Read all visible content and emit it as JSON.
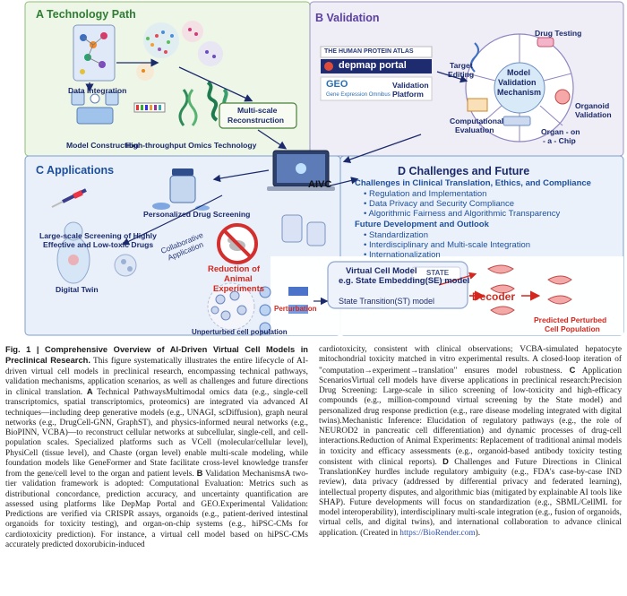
{
  "panel_a": {
    "title": "A  Technology Path",
    "data_integration": "Data Integration",
    "model_construction": "Model Construction",
    "omics": "High-throughput Omics Technology",
    "multiscale_1": "Multi-scale",
    "multiscale_2": "Reconstruction"
  },
  "panel_b": {
    "title": "B  Validation",
    "hpa_logo": "THE HUMAN PROTEIN ATLAS",
    "depmap_logo": "depmap portal",
    "geo_logo": "GEO",
    "geo_sub": "Gene Expression Omnibus",
    "platform_1": "Validation",
    "platform_2": "Platform",
    "mechanism_1": "Model",
    "mechanism_2": "Validation",
    "mechanism_3": "Mechanism",
    "drug_testing": "Drug Testing",
    "target_1": "Target",
    "target_2": "Editing",
    "organoid_1": "Organoid",
    "organoid_2": "Validation",
    "comp_1": "Computational",
    "comp_2": "Evaluation",
    "organ_1": "Organ - on",
    "organ_2": "- a - Chip"
  },
  "panel_c": {
    "title": "C  Applications",
    "personalized": "Personalized Drug Screening",
    "screening_1": "Large-scale Screening of Highly",
    "screening_2": "Effective and Low-toxic Drugs",
    "collab_1": "Collaborative",
    "collab_2": "Application",
    "digital_twin": "Digital Twin",
    "reduction_1": "Reduction of",
    "reduction_2": "Animal",
    "reduction_3": "Experiments"
  },
  "aivc": "AIVC",
  "panel_d": {
    "title": "D  Challenges and Future",
    "heading1": "Challenges in Clinical Translation, Ethics, and Compliance",
    "items1": [
      "Regulation and Implementation",
      "Data Privacy and Security Compliance",
      "Algorithmic Fairness and Algorithmic Transparency"
    ],
    "heading2": "Future Development and Outlook",
    "items2": [
      "Standardization",
      "Interdisciplinary and Multi-scale Integration",
      "Internationalization"
    ]
  },
  "vcm": {
    "title": "Virtual Cell Model",
    "subtitle": "e.g. State Embedding(SE) model",
    "state_logo": "STATE",
    "perturbation": "Perturbation",
    "st_model": "State Transition(ST) model",
    "decoder": "Decoder",
    "unperturbed": "Unperturbed cell population",
    "predicted_1": "Predicted Perturbed",
    "predicted_2": "Cell Population"
  },
  "caption": {
    "fig_label": "Fig. 1 | Comprehensive Overview of AI-Driven Virtual Cell Models in Preclinical Research.",
    "left_body": " This figure systematically illustrates the entire lifecycle of AI-driven virtual cell models in preclinical research, encompassing technical pathways, validation mechanisms, application scenarios, as well as challenges and future directions in clinical translation. ",
    "a_label": "A",
    "a_text": " Technical PathwaysMultimodal omics data (e.g., single-cell transcriptomics, spatial transcriptomics, proteomics) are integrated via advanced AI techniques—including deep generative models (e.g., UNAGI, scDiffusion), graph neural networks (e.g., DrugCell-GNN, GraphST), and physics-informed neural networks (e.g., BioPINN, VCBA)—to reconstruct cellular networks at subcellular, single-cell, and cell-population scales. Specialized platforms such as VCell (molecular/cellular level), PhysiCell (tissue level), and Chaste (organ level) enable multi-scale modeling, while foundation models like GeneFormer and State facilitate cross-level knowledge transfer from the gene/cell level to the organ and patient levels. ",
    "b_label": "B",
    "b_text": " Validation MechanismsA two-tier validation framework is adopted: Computational Evaluation: Metrics such as distributional concordance, prediction accuracy, and uncertainty quantification are assessed using platforms like DepMap Portal and GEO.Experimental Validation: Predictions are verified via CRISPR assays, organoids (e.g., patient-derived intestinal organoids for toxicity testing), and organ-on-chip systems (e.g., hiPSC-CMs for cardiotoxicity prediction). For instance, a virtual cell model based on hiPSC-CMs accurately predicted doxorubicin-induced",
    "right_body1": "cardiotoxicity, consistent with clinical observations; VCBA-simulated hepatocyte mitochondrial toxicity matched in vitro experimental results. A closed-loop iteration of \"computation→experiment→translation\" ensures model robustness. ",
    "c_label": "C",
    "c_text": " Application ScenariosVirtual cell models have diverse applications in preclinical research:Precision Drug Screening: Large-scale in silico screening of low-toxicity and high-efficacy compounds (e.g., million-compound virtual screening by the State model) and personalized drug response prediction (e.g., rare disease modeling integrated with digital twins).Mechanistic Inference: Elucidation of regulatory pathways (e.g., the role of NEUROD2 in pancreatic cell differentiation) and dynamic processes of drug-cell interactions.Reduction of Animal Experiments: Replacement of traditional animal models in toxicity and efficacy assessments (e.g., organoid-based antibody toxicity testing consistent with clinical reports). ",
    "d_label": "D",
    "d_text": " Challenges and Future Directions in Clinical TranslationKey hurdles include regulatory ambiguity (e.g., FDA's case-by-case IND review), data privacy (addressed by differential privacy and federated learning), intellectual property disputes, and algorithmic bias (mitigated by explainable AI tools like SHAP). Future developments will focus on standardization (e.g., SBML/CellML for model interoperability), interdisciplinary multi-scale integration (e.g., fusion of organoids, virtual cells, and digital twins), and international collaboration to advance clinical application. (Created in ",
    "link": "https://BioRender.com",
    "end": ")."
  }
}
